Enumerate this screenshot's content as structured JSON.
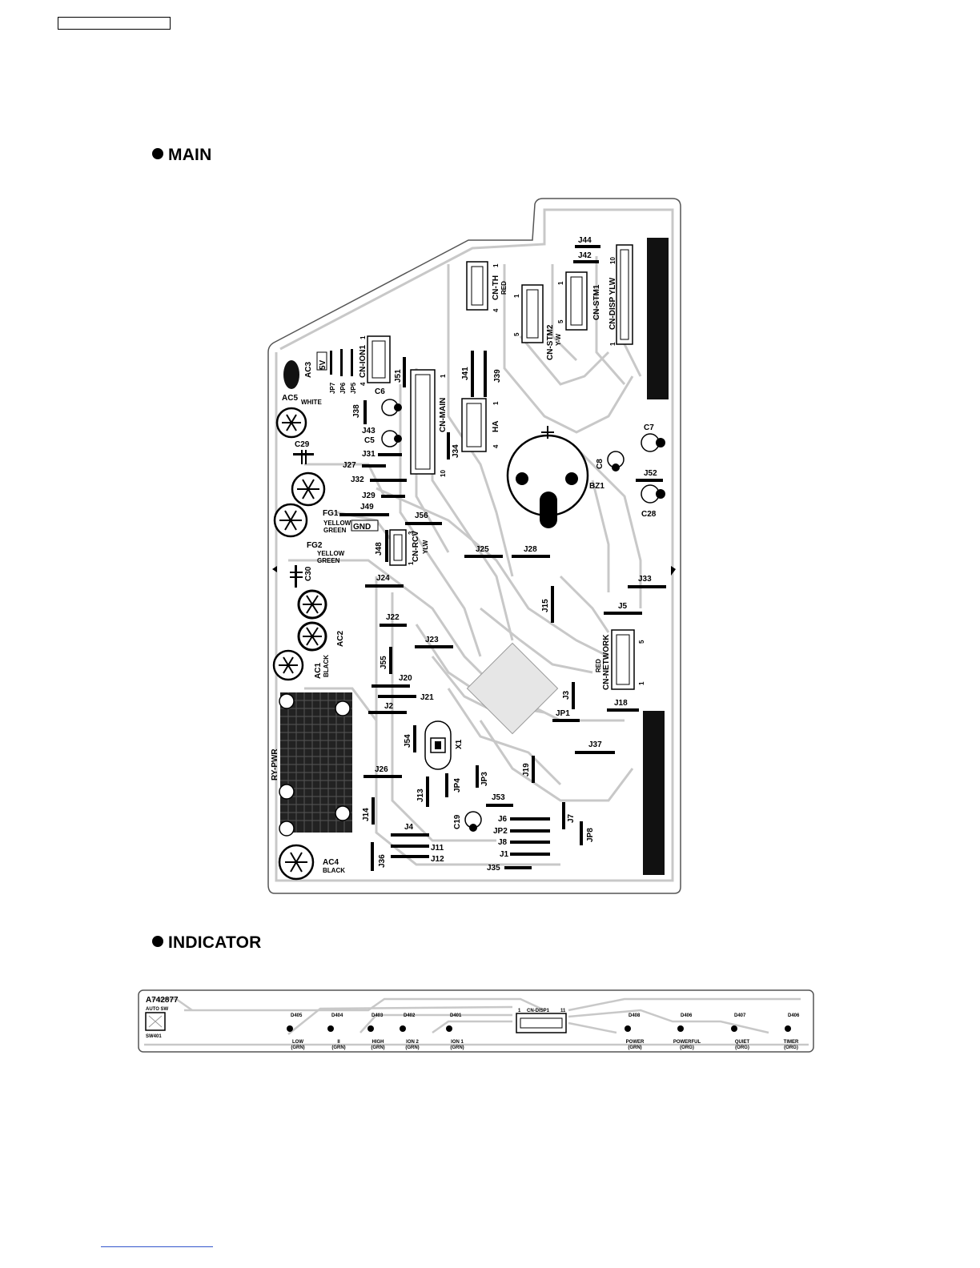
{
  "header_box": "",
  "sections": {
    "main": "MAIN",
    "indicator": "INDICATOR"
  },
  "main_board": {
    "connectors": {
      "cn_th": "CN-TH",
      "cn_th_color": "RED",
      "cn_stm2": "CN-STM2",
      "cn_stm2_color": "Y-W",
      "cn_stm1": "CN-STM1",
      "cn_disp": "CN-DISP YLW",
      "cn_ion1": "CN-ION1",
      "cn_main": "CN-MAIN",
      "ha": "HA",
      "cn_rcv": "CN-RCV",
      "cn_rcv_color": "YLW",
      "cn_network": "CN-NETWORK",
      "cn_network_color": "RED"
    },
    "pins": {
      "th_1": "1",
      "th_4": "4",
      "stm2_1": "1",
      "stm2_5": "5",
      "stm1_1": "1",
      "stm1_5": "5",
      "disp_1": "1",
      "disp_10": "10",
      "ion_1": "1",
      "ion_4": "4",
      "main_1": "1",
      "main_10": "10",
      "ha_1": "1",
      "ha_4": "4",
      "rcv_1": "1",
      "rcv_3": "3",
      "net_1": "1",
      "net_5": "5"
    },
    "components": {
      "ac3": "AC3",
      "ac5": "AC5",
      "white": "WHITE",
      "v5": "5V",
      "jp7": "JP7",
      "jp6": "JP6",
      "jp5": "JP5",
      "c6": "C6",
      "c5": "C5",
      "c7": "C7",
      "c8": "C8",
      "c28": "C28",
      "c19": "C19",
      "c29": "C29",
      "c30": "C30",
      "fg1": "FG1",
      "fg2": "FG2",
      "yellow": "YELLOW",
      "green": "GREEN",
      "gnd": "GND",
      "bz1": "BZ1",
      "ac2": "AC2",
      "ac1": "AC1",
      "black": "BLACK",
      "ac4": "AC4",
      "ry_pwr": "RY-PWR",
      "x1": "X1",
      "jp1": "JP1",
      "jp2": "JP2",
      "jp3": "JP3",
      "jp4": "JP4",
      "jp8": "JP8"
    },
    "jumpers": {
      "j44": "J44",
      "j42": "J42",
      "j51": "J51",
      "j41": "J41",
      "j39": "J39",
      "j38": "J38",
      "j43": "J43",
      "j31": "J31",
      "j34": "J34",
      "j27": "J27",
      "j32": "J32",
      "j29": "J29",
      "j49": "J49",
      "j56": "J56",
      "j52": "J52",
      "j48": "J48",
      "j25": "J25",
      "j28": "J28",
      "j24": "J24",
      "j33": "J33",
      "j15": "J15",
      "j5": "J5",
      "j22": "J22",
      "j23": "J23",
      "j55": "J55",
      "j20": "J20",
      "j21": "J21",
      "j2": "J2",
      "j3": "J3",
      "j18": "J18",
      "j54": "J54",
      "j37": "J37",
      "j26": "J26",
      "j19": "J19",
      "j13": "J13",
      "j53": "J53",
      "j14": "J14",
      "j6": "J6",
      "j7": "J7",
      "j4": "J4",
      "j8": "J8",
      "j11": "J11",
      "j12": "J12",
      "j1": "J1",
      "j35": "J35",
      "j36": "J36"
    }
  },
  "indicator_board": {
    "part_no": "A742877",
    "auto_sw": "AUTO SW",
    "sw401": "SW401",
    "connector": "CN-DISP1",
    "conn_pin_1": "1",
    "conn_pin_11": "11",
    "leds": [
      "D405",
      "D404",
      "D403",
      "D402",
      "D401",
      "D408",
      "D406",
      "D407",
      "D406"
    ],
    "labels": [
      {
        "name": "LOW",
        "color": "(GRN)"
      },
      {
        "name": "II",
        "color": "(GRN)"
      },
      {
        "name": "HIGH",
        "color": "(GRN)"
      },
      {
        "name": "ION 2",
        "color": "(GRN)"
      },
      {
        "name": "ION 1",
        "color": "(GRN)"
      },
      {
        "name": "POWER",
        "color": "(GRN)"
      },
      {
        "name": "POWERFUL",
        "color": "(ORG)"
      },
      {
        "name": "QUIET",
        "color": "(ORG)"
      },
      {
        "name": "TIMER",
        "color": "(ORG)"
      }
    ]
  }
}
